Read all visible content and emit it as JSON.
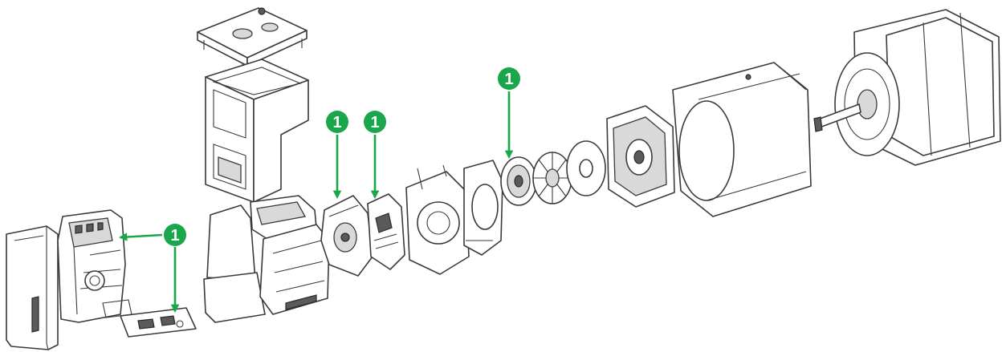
{
  "accent_color": "#1aa64a",
  "callouts": [
    {
      "number": "1"
    },
    {
      "number": "1"
    },
    {
      "number": "1"
    },
    {
      "number": "1"
    }
  ]
}
